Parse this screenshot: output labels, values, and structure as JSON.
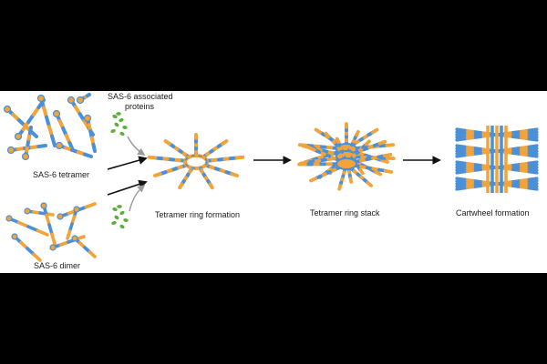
{
  "labels": {
    "tetramer": "SAS-6 tetramer",
    "dimer": "SAS-6 dimer",
    "associated_line1": "SAS-6 associated",
    "associated_line2": "proteins",
    "ring_formation": "Tetramer ring formation",
    "ring_stack": "Tetramer ring stack",
    "cartwheel": "Cartwheel formation"
  },
  "colors": {
    "background": "#000000",
    "panel": "#ffffff",
    "protein_blue": "#4a90d9",
    "protein_orange": "#f2a33a",
    "associated_green": "#5fae3c",
    "arrow_black": "#111111",
    "arrow_gray": "#9a9a9a"
  }
}
